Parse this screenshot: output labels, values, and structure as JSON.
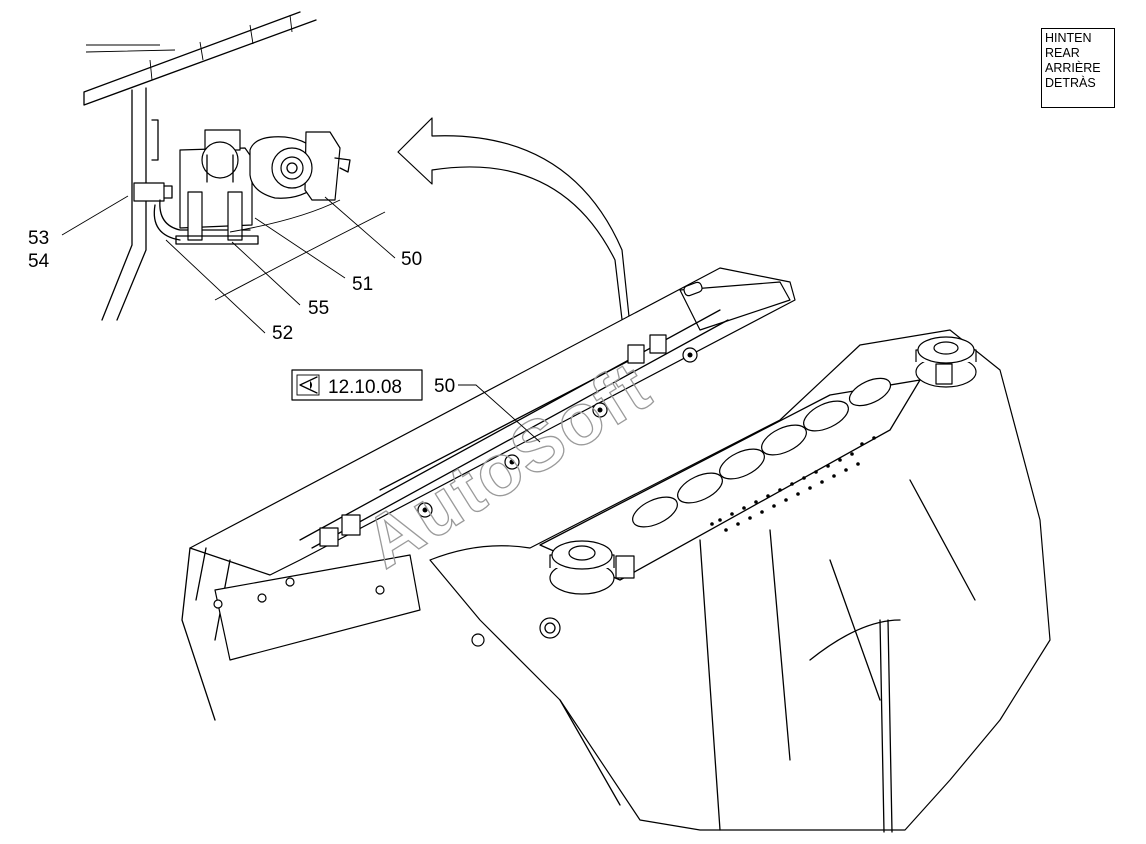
{
  "direction_box": {
    "lines": [
      "HINTEN",
      "REAR",
      "ARRIÈRE",
      "DETRÀS"
    ]
  },
  "callouts": {
    "c50_detail": "50",
    "c51": "51",
    "c52": "52",
    "c53": "53",
    "c54": "54",
    "c55": "55",
    "c50_main": "50"
  },
  "reference": {
    "text": "12.10.08",
    "icon": "view-eye-icon"
  },
  "watermark": {
    "text": "AutoSoft"
  }
}
